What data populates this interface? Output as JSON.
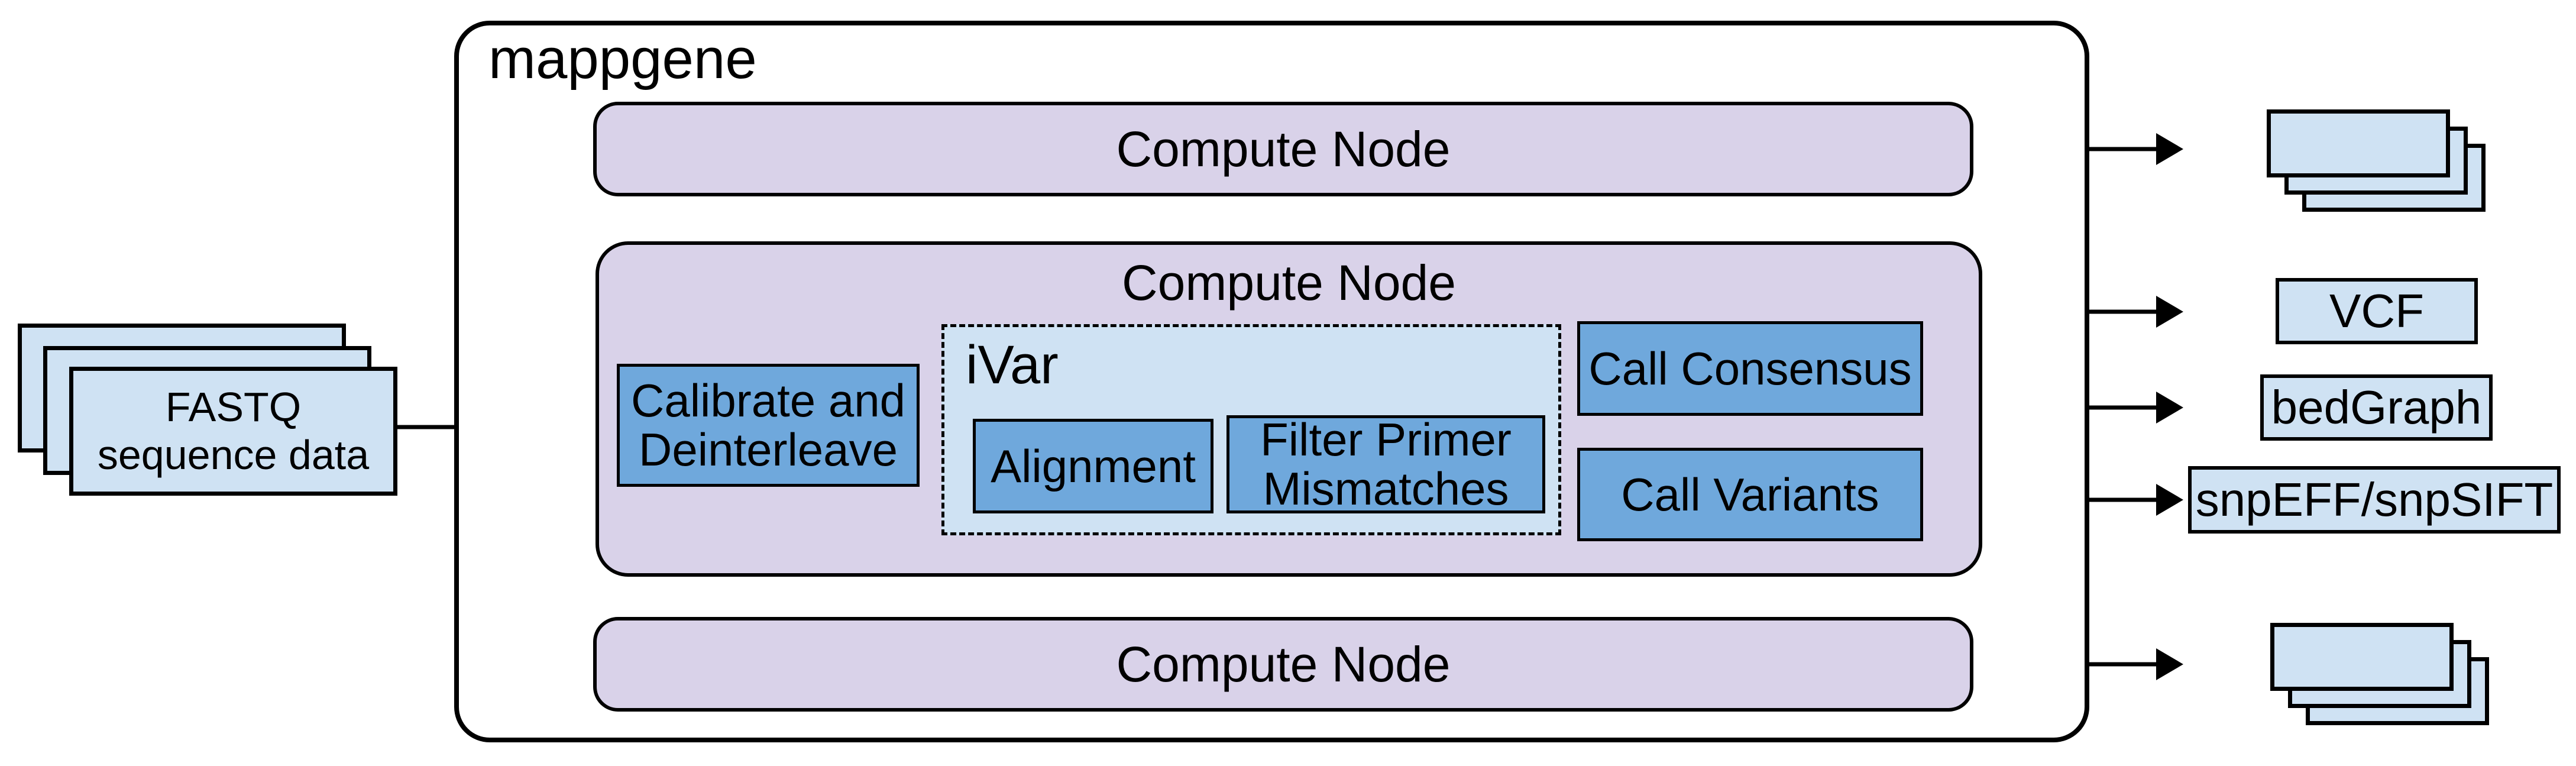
{
  "diagram": {
    "title": "mappgene",
    "input_stack": {
      "line1": "FASTQ",
      "line2": "sequence data"
    },
    "nodes": {
      "top_label": "Compute Node",
      "middle_label": "Compute Node",
      "bottom_label": "Compute Node"
    },
    "steps": {
      "calibrate_line1": "Calibrate and",
      "calibrate_line2": "Deinterleave",
      "ivar_title": "iVar",
      "alignment": "Alignment",
      "filter_line1": "Filter Primer",
      "filter_line2": "Mismatches",
      "call_consensus": "Call Consensus",
      "call_variants": "Call Variants"
    },
    "outputs": {
      "vcf": "VCF",
      "bedgraph": "bedGraph",
      "snpeff": "snpEFF/snpSIFT"
    },
    "colors": {
      "background": "#ffffff",
      "line": "#000000",
      "node_fill": "#d9d2e9",
      "step_fill": "#6fa8dc",
      "file_fill": "#cfe2f3"
    }
  }
}
